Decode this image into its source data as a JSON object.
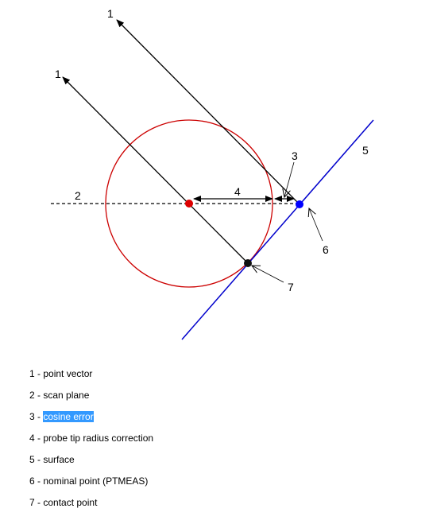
{
  "diagram": {
    "labels": {
      "point_vector_upper": "1",
      "point_vector_lower": "1",
      "scan_plane": "2",
      "cosine_error": "3",
      "probe_radius_correction": "4",
      "surface": "5",
      "nominal_point": "6",
      "contact_point": "7"
    },
    "colors": {
      "circle": "#cc0000",
      "surface": "#0000cc",
      "center_point": "#dd0000",
      "nominal_point": "#0000ff",
      "contact_point": "#111111",
      "lines": "#000000"
    }
  },
  "legend": [
    {
      "num": "1",
      "sep": " - ",
      "text": "point vector",
      "selected": false
    },
    {
      "num": "2",
      "sep": " - ",
      "text": "scan plane",
      "selected": false
    },
    {
      "num": "3",
      "sep": " - ",
      "text": "cosine error",
      "selected": true
    },
    {
      "num": "4",
      "sep": " - ",
      "text": "probe tip radius correction",
      "selected": false
    },
    {
      "num": "5",
      "sep": " - ",
      "text": "surface",
      "selected": false
    },
    {
      "num": "6",
      "sep": " - ",
      "text": "nominal point (PTMEAS)",
      "selected": false
    },
    {
      "num": "7",
      "sep": " - ",
      "text": "contact point",
      "selected": false
    }
  ]
}
